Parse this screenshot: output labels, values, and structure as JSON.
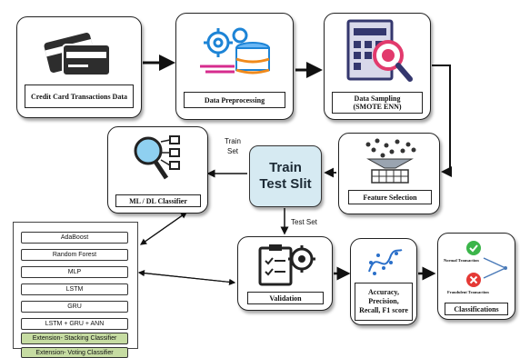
{
  "nodes": {
    "credit": "Credit Card Transactions Data",
    "preprocessing": "Data Preprocessing",
    "sampling_line1": "Data Sampling",
    "sampling_line2": "(SMOTE ENN)",
    "feature_selection": "Feature Selection",
    "train_line1": "Train",
    "train_line2": "Test Slit",
    "classifier": "ML / DL Classifier",
    "validation": "Validation",
    "metrics_line1": "Accuracy,",
    "metrics_line2": "Precision,",
    "metrics_line3": "Recall, F1 score",
    "classifications": "Classifications",
    "normal": "Normal Transaction",
    "fraud": "Fraudulent Transaction"
  },
  "edge_labels": {
    "train_set_1": "Train",
    "train_set_2": "Set",
    "test_set": "Test Set"
  },
  "models": [
    "AdaBoost",
    "Random Forest",
    "MLP",
    "LSTM",
    "GRU",
    "LSTM + GRU + ANN"
  ],
  "extensions": [
    "Extension- Stacking Classifier",
    "Extension- Voting Classifier"
  ],
  "colors": {
    "train_fill": "#d6eaf2",
    "extension_fill": "#c6dca2",
    "normal_check": "#3bb54a",
    "fraud_x": "#e53935"
  }
}
